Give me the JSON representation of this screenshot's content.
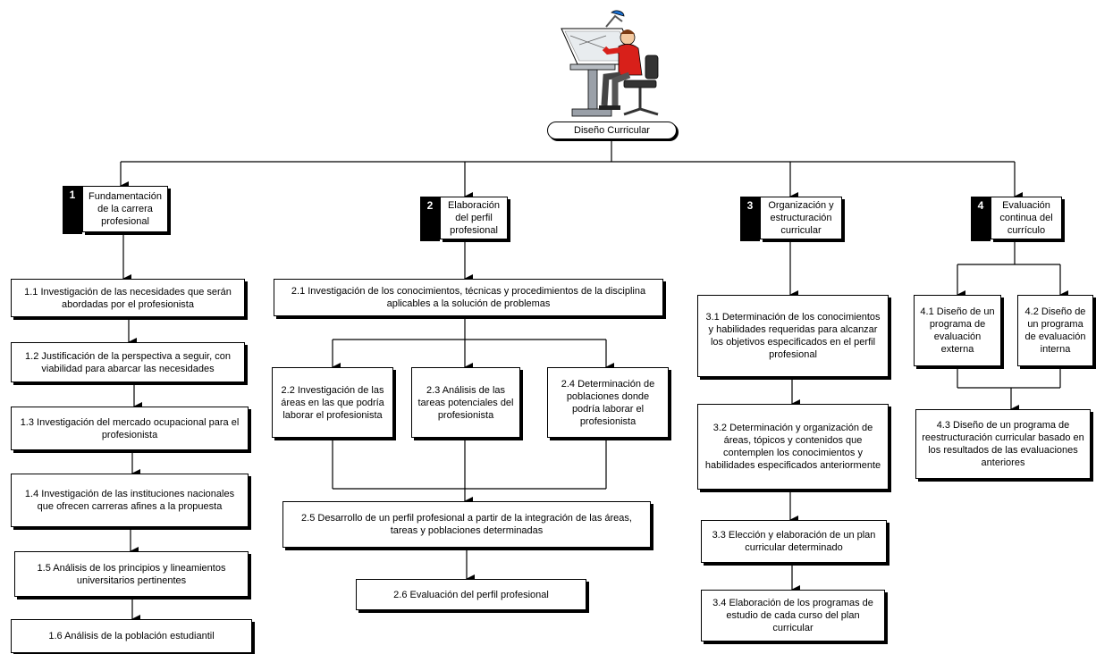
{
  "root": {
    "label": "Diseño Curricular"
  },
  "phases": [
    {
      "num": "1",
      "label": "Fundamentación de la carrera profesional"
    },
    {
      "num": "2",
      "label": "Elaboración del perfil profesional"
    },
    {
      "num": "3",
      "label": "Organización y estructuración curricular"
    },
    {
      "num": "4",
      "label": "Evaluación continua del currículo"
    }
  ],
  "col1": [
    "1.1 Investigación de las necesidades que serán abordadas por el profesionista",
    "1.2 Justificación de la perspectiva a seguir, con viabilidad para abarcar las necesidades",
    "1.3 Investigación del mercado ocupacional para el profesionista",
    "1.4 Investigación de las instituciones nacionales que ofrecen carreras afines a la propuesta",
    "1.5 Análisis de los principios y lineamientos universitarios pertinentes",
    "1.6 Análisis de la población estudiantil"
  ],
  "col2": {
    "s1": "2.1 Investigación de los conocimientos, técnicas y procedimientos de la disciplina aplicables a la solución de problemas",
    "s2": "2.2 Investigación de las áreas en las que podría laborar el profesionista",
    "s3": "2.3 Análisis de las tareas potenciales del profesionista",
    "s4": "2.4 Determinación de poblaciones donde podría laborar el profesionista",
    "s5": "2.5 Desarrollo de un perfil profesional a partir de la integración de las áreas, tareas y poblaciones determinadas",
    "s6": "2.6 Evaluación del perfil profesional"
  },
  "col3": [
    "3.1 Determinación de los conocimientos y habilidades requeridas para alcanzar los objetivos especificados en el perfil profesional",
    "3.2 Determinación y organización de áreas, tópicos y contenidos que contemplen los conocimientos y habilidades especificados anteriormente",
    "3.3 Elección y elaboración de un plan curricular determinado",
    "3.4 Elaboración de los programas de estudio de cada curso del plan curricular"
  ],
  "col4": {
    "s1": "4.1 Diseño de un programa de evaluación externa",
    "s2": "4.2 Diseño de un programa de evaluación interna",
    "s3": "4.3 Diseño de un programa de reestructuración curricular basado en los resultados de las evaluaciones anteriores"
  },
  "colors": {
    "line": "#000000",
    "shirt": "#d8201a",
    "desk": "#9aa0a8",
    "lamp": "#1a6fd1"
  }
}
